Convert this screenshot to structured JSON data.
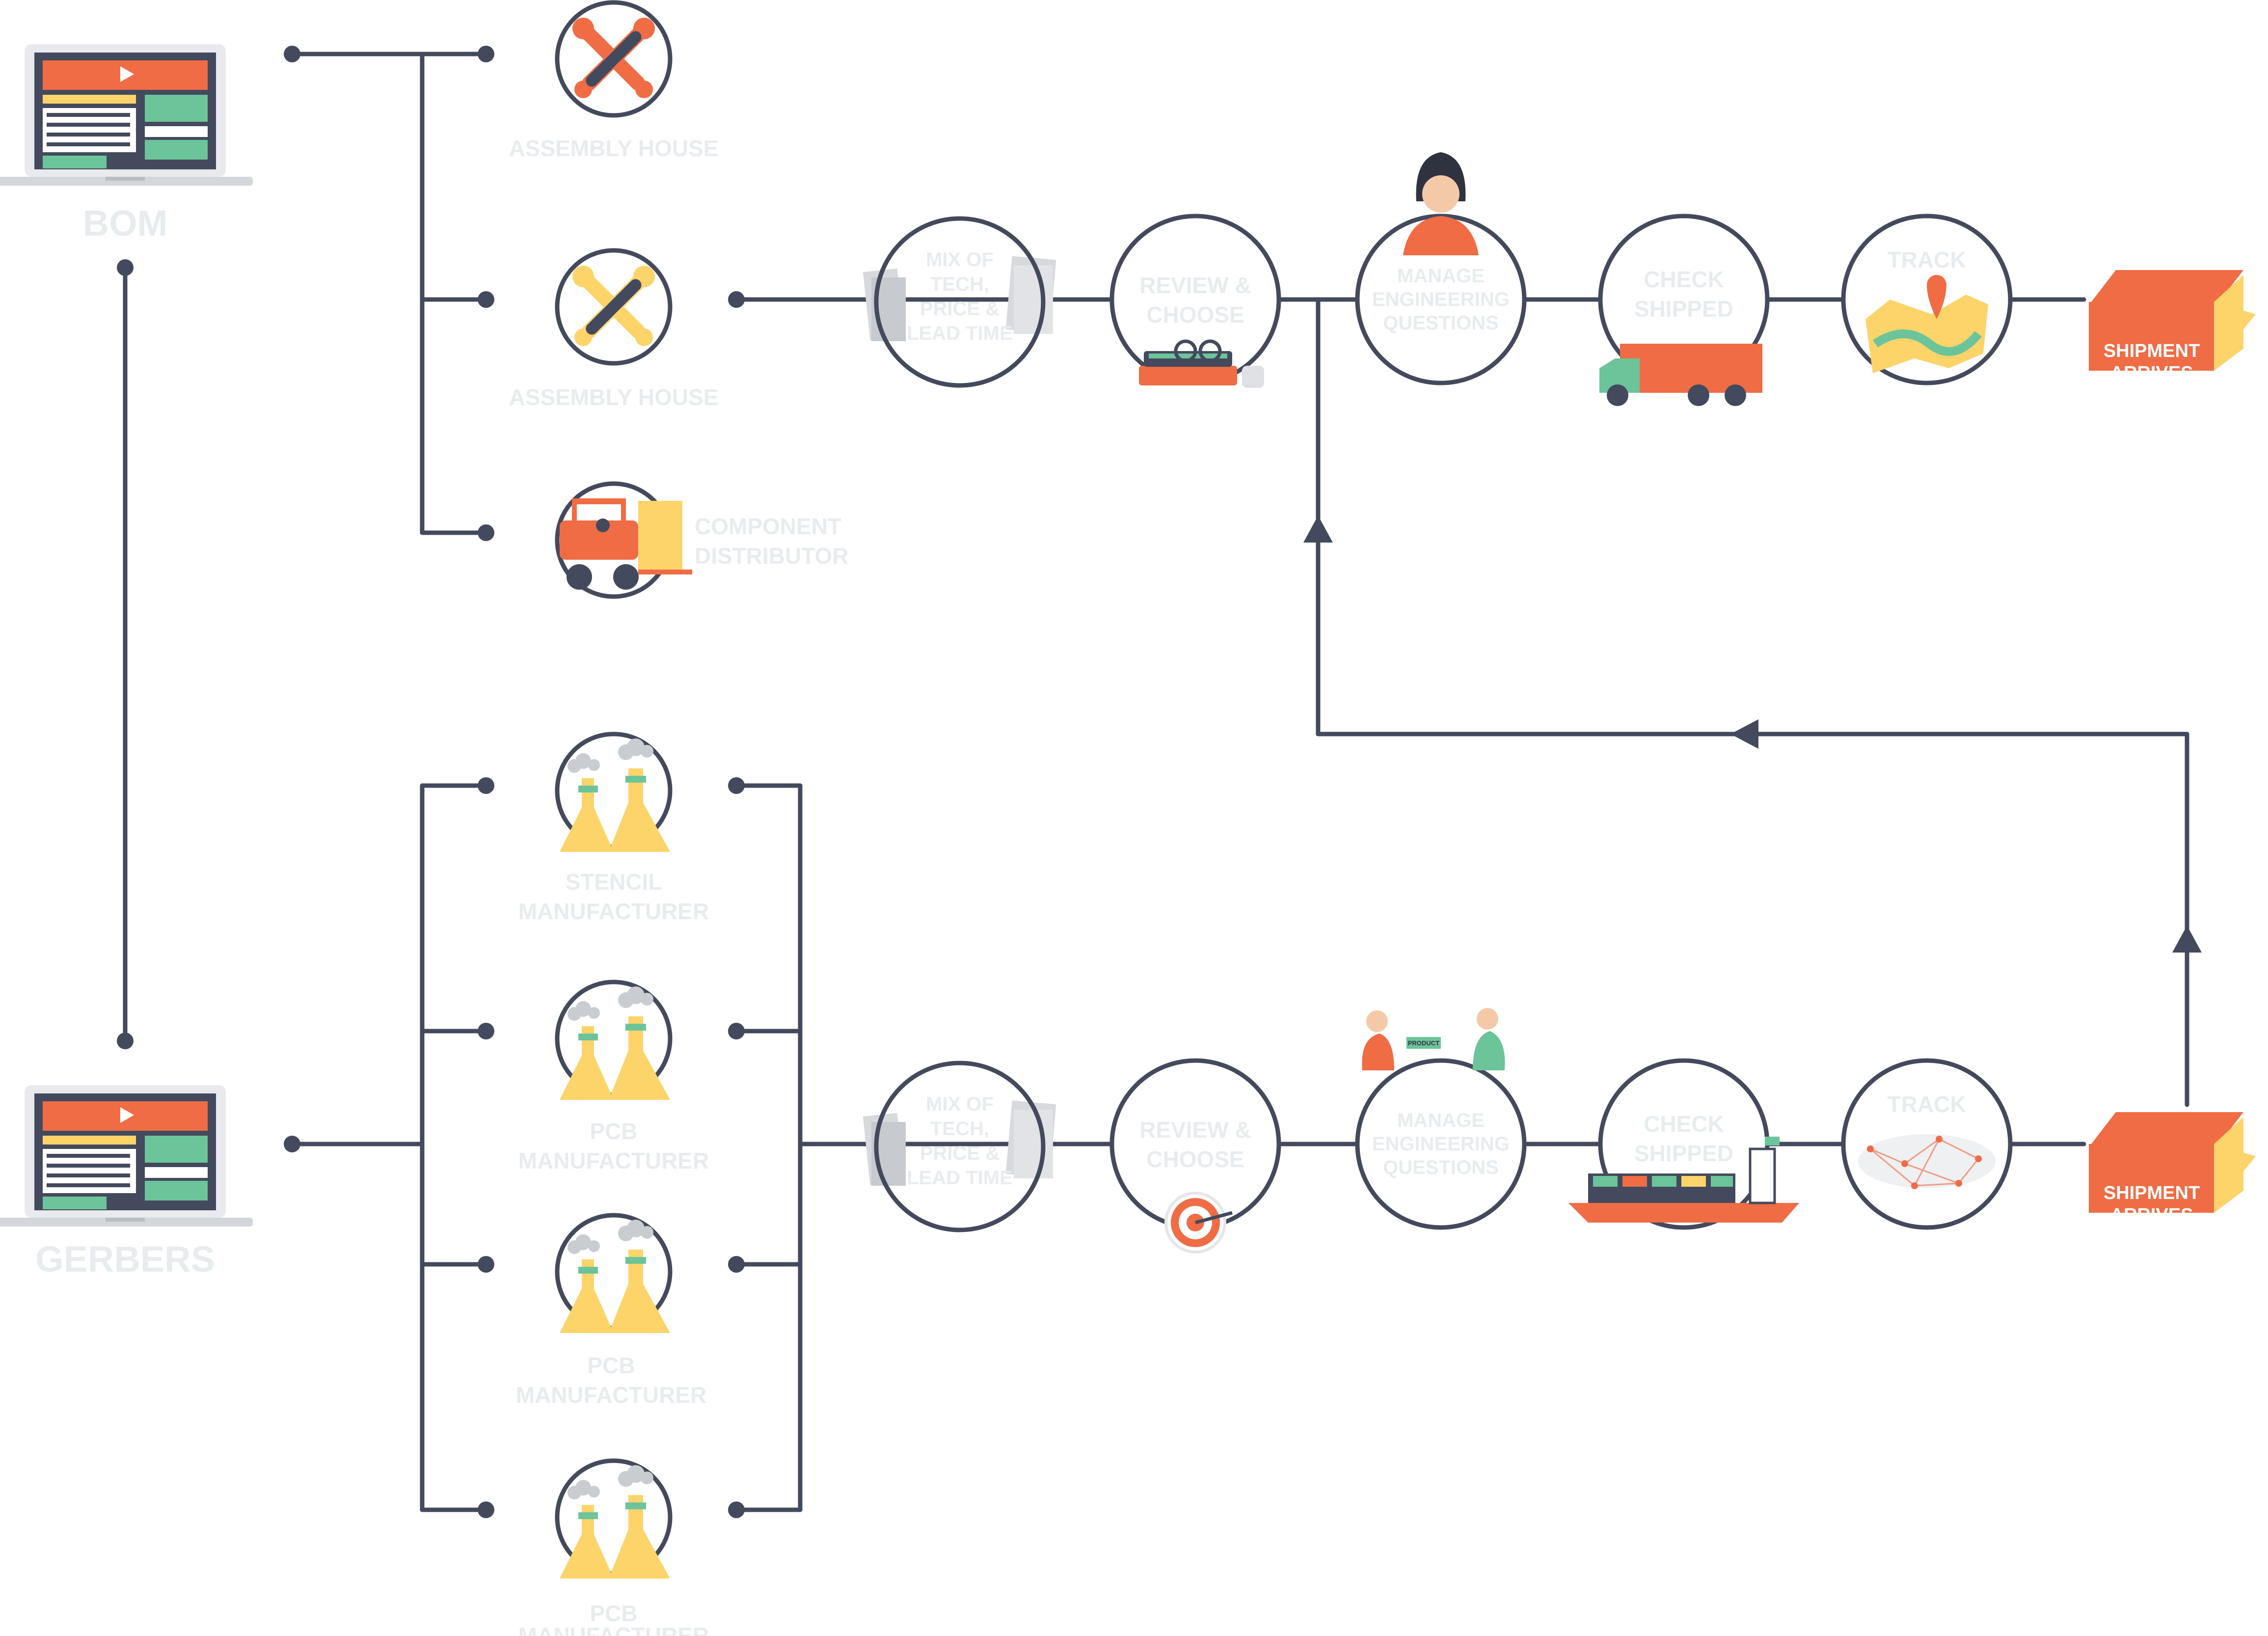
{
  "colors": {
    "line": "#444a5d",
    "label": "#e9ecef",
    "accent_orange": "#ef6c45",
    "accent_yellow": "#fcd46a",
    "accent_green": "#6cc49a"
  },
  "sources": {
    "bom": "BOM",
    "gerbers": "GERBERS"
  },
  "suppliers": {
    "assembly_house_1": "ASSEMBLY HOUSE",
    "assembly_house_2": "ASSEMBLY HOUSE",
    "component_distributor": [
      "COMPONENT",
      "DISTRIBUTOR"
    ],
    "stencil_manufacturer": [
      "STENCIL",
      "MANUFACTURER"
    ],
    "pcb_manufacturer_1": [
      "PCB",
      "MANUFACTURER"
    ],
    "pcb_manufacturer_2": [
      "PCB",
      "MANUFACTURER"
    ],
    "pcb_manufacturer_3": [
      "PCB",
      "MANUFACTURER"
    ]
  },
  "top_flow": {
    "mix": [
      "MIX OF",
      "TECH,",
      "PRICE &",
      "LEAD TIME"
    ],
    "review": [
      "REVIEW &",
      "CHOOSE"
    ],
    "manage": [
      "MANAGE",
      "ENGINEERING",
      "QUESTIONS"
    ],
    "check": [
      "CHECK",
      "SHIPPED"
    ],
    "track": "TRACK",
    "shipment": [
      "SHIPMENT",
      "ARRIVES"
    ]
  },
  "bottom_flow": {
    "mix": [
      "MIX OF",
      "TECH,",
      "PRICE &",
      "LEAD TIME"
    ],
    "review": [
      "REVIEW &",
      "CHOOSE"
    ],
    "manage": [
      "MANAGE",
      "ENGINEERING",
      "QUESTIONS"
    ],
    "check": [
      "CHECK",
      "SHIPPED"
    ],
    "track": "TRACK",
    "shipment": [
      "SHIPMENT",
      "ARRIVES"
    ],
    "product_tag": "PRODUCT"
  }
}
